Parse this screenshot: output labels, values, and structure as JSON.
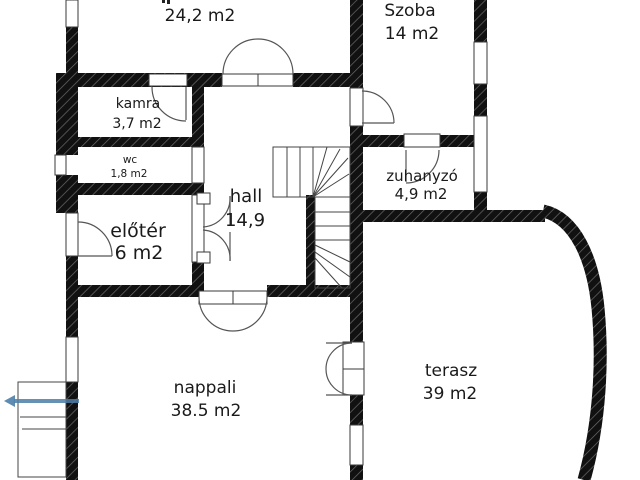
{
  "document": {
    "type": "floor-plan",
    "language": "hu"
  },
  "rooms": {
    "room_top": {
      "area": "24,2 m2"
    },
    "szoba": {
      "name": "Szoba",
      "area": "14 m2"
    },
    "kamra": {
      "name": "kamra",
      "area": "3,7 m2"
    },
    "wc": {
      "name": "wc",
      "area": "1,8 m2"
    },
    "hall": {
      "name": "hall",
      "area": "14,9"
    },
    "zuhanyzo": {
      "name": "zuhanyzó",
      "area": "4,9 m2"
    },
    "eloter": {
      "name": "előtér",
      "area": "6 m2"
    },
    "nappali": {
      "name": "nappali",
      "area": "38.5 m2"
    },
    "terasz": {
      "name": "terasz",
      "area": "39 m2"
    }
  },
  "icons": {
    "entrance_arrow": "left-arrow"
  },
  "colors": {
    "background": "#ffffff",
    "wall": "#111111",
    "line": "#444444",
    "text": "#1a1a1a",
    "entrance_arrow": "#4d7ea8"
  }
}
